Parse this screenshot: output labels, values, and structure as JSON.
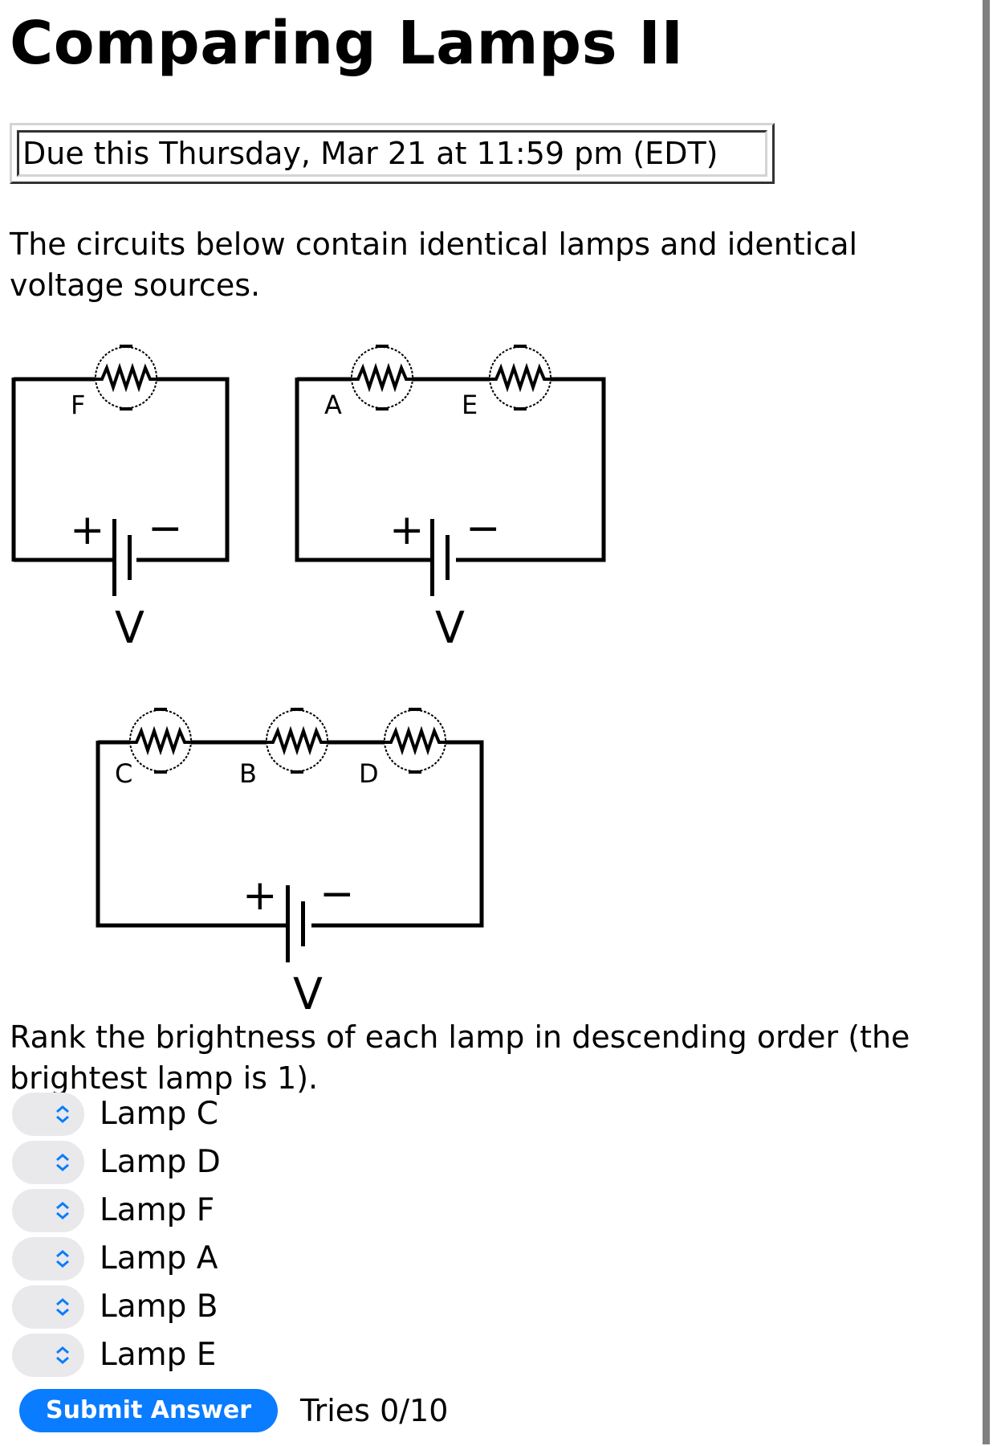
{
  "page": {
    "title": "Comparing Lamps II",
    "due_date": "Due this Thursday, Mar 21 at 11:59 pm (EDT)",
    "intro": "The circuits below contain identical lamps and identical voltage sources."
  },
  "diagram": {
    "circuits": [
      {
        "lamps": [
          "F"
        ],
        "battery_plus": "+",
        "battery_minus": "−",
        "source_label": "V"
      },
      {
        "lamps": [
          "A",
          "E"
        ],
        "battery_plus": "+",
        "battery_minus": "−",
        "source_label": "V"
      },
      {
        "lamps": [
          "C",
          "B",
          "D"
        ],
        "battery_plus": "+",
        "battery_minus": "−",
        "source_label": "V"
      }
    ]
  },
  "question": {
    "prompt": "Rank the brightness of each lamp in descending order (the brightest lamp is 1).",
    "items": [
      {
        "label": "Lamp C",
        "selected": ""
      },
      {
        "label": "Lamp D",
        "selected": ""
      },
      {
        "label": "Lamp F",
        "selected": ""
      },
      {
        "label": "Lamp A",
        "selected": ""
      },
      {
        "label": "Lamp B",
        "selected": ""
      },
      {
        "label": "Lamp E",
        "selected": ""
      }
    ],
    "select_icon": "chevron-up-down-icon",
    "submit_label": "Submit Answer",
    "tries": "Tries 0/10"
  },
  "colors": {
    "accent": "#0a7cff",
    "select_bg": "#e9e9eb",
    "scrollbar": "#808080"
  }
}
